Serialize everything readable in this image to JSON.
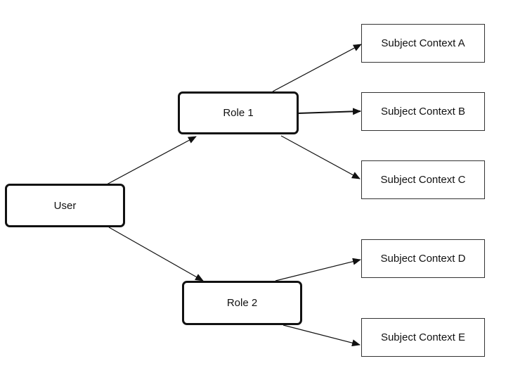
{
  "nodes": {
    "user": "User",
    "role1": "Role 1",
    "role2": "Role 2",
    "ctxA": "Subject Context A",
    "ctxB": "Subject Context B",
    "ctxC": "Subject Context C",
    "ctxD": "Subject Context D",
    "ctxE": "Subject Context E"
  },
  "edges": [
    {
      "from": "user",
      "to": "role1"
    },
    {
      "from": "user",
      "to": "role2"
    },
    {
      "from": "role1",
      "to": "ctxA"
    },
    {
      "from": "role1",
      "to": "ctxB"
    },
    {
      "from": "role1",
      "to": "ctxC"
    },
    {
      "from": "role2",
      "to": "ctxD"
    },
    {
      "from": "role2",
      "to": "ctxE"
    }
  ],
  "colors": {
    "stroke": "#111111",
    "background": "#ffffff"
  }
}
